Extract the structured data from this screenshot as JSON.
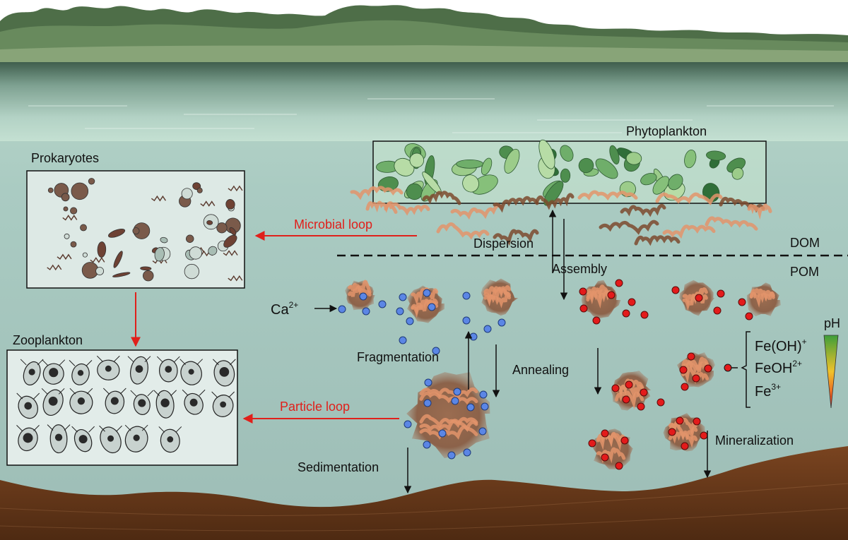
{
  "labels": {
    "phytoplankton": "Phytoplankton",
    "prokaryotes": "Prokaryotes",
    "zooplankton": "Zooplankton",
    "microbial_loop": "Microbial loop",
    "particle_loop": "Particle loop",
    "dispersion": "Dispersion",
    "assembly": "Assembly",
    "dom": "DOM",
    "pom": "POM",
    "calcium_base": "Ca",
    "calcium_charge": "2+",
    "fragmentation": "Fragmentation",
    "annealing": "Annealing",
    "sedimentation": "Sedimentation",
    "mineralization": "Mineralization",
    "ph": "pH",
    "iron_species": [
      {
        "base": "Fe(OH)",
        "charge": "+"
      },
      {
        "base": "FeOH",
        "charge": "2+"
      },
      {
        "base": "Fe",
        "charge": "3+"
      }
    ]
  },
  "colors": {
    "sky": "#ffffff",
    "forest": "#5f7f55",
    "lake_surface": "#a9c9b8",
    "water_deep": "#a6c6c0",
    "sediment": "#6b3a17",
    "aggregate": "#8f5a3e",
    "dom_orange": "#e3946b",
    "dom_brown": "#7c4a2e",
    "calcium_dot": "#5b86e5",
    "iron_dot": "#e31b1b",
    "loop_arrow": "#e0201b",
    "ph_gradient": [
      "#3e9e3a",
      "#f0c22a",
      "#e8271e"
    ]
  }
}
